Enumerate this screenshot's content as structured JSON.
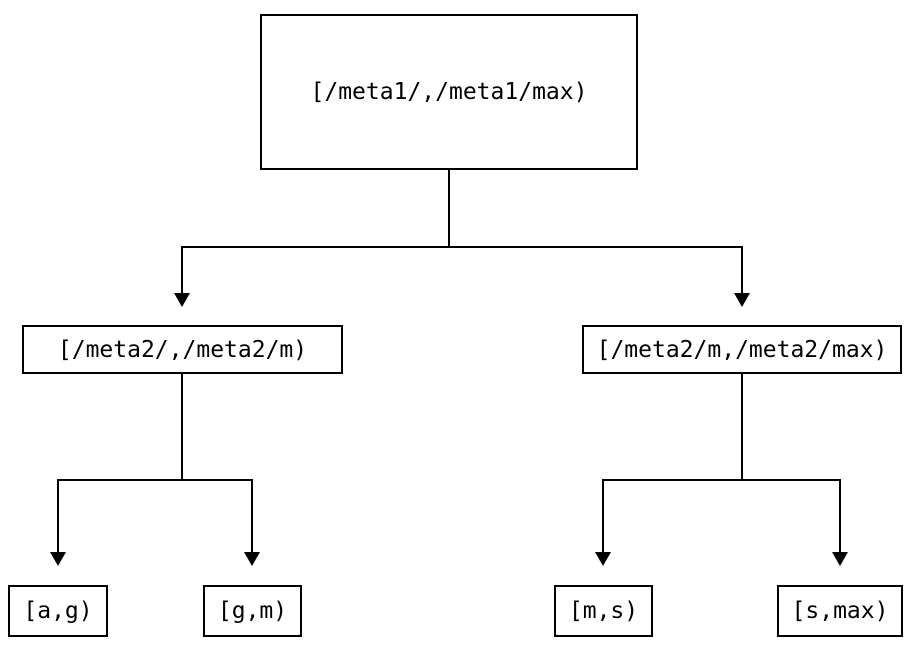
{
  "diagram": {
    "type": "tree",
    "background_color": "#ffffff",
    "line_color": "#000000",
    "text_color": "#000000",
    "nodes": {
      "root": {
        "id": "root",
        "label": "[/meta1/,/meta1/max)"
      },
      "left_child": {
        "id": "left_child",
        "label": "[/meta2/,/meta2/m)"
      },
      "right_child": {
        "id": "right_child",
        "label": "[/meta2/m,/meta2/max)"
      },
      "leaf_1": {
        "id": "leaf_1",
        "label": "[a,g)"
      },
      "leaf_2": {
        "id": "leaf_2",
        "label": "[g,m)"
      },
      "leaf_3": {
        "id": "leaf_3",
        "label": "[m,s)"
      },
      "leaf_4": {
        "id": "leaf_4",
        "label": "[s,max)"
      }
    },
    "edges": [
      {
        "from": "root",
        "to": "left_child"
      },
      {
        "from": "root",
        "to": "right_child"
      },
      {
        "from": "left_child",
        "to": "leaf_1"
      },
      {
        "from": "left_child",
        "to": "leaf_2"
      },
      {
        "from": "right_child",
        "to": "leaf_3"
      },
      {
        "from": "right_child",
        "to": "leaf_4"
      }
    ]
  }
}
